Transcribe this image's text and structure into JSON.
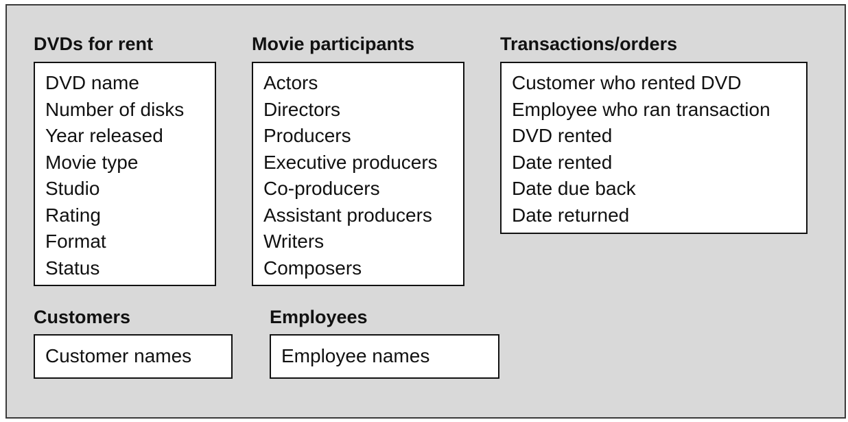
{
  "groups": {
    "dvds": {
      "title": "DVDs for rent",
      "items": [
        "DVD name",
        "Number of disks",
        "Year released",
        "Movie type",
        "Studio",
        "Rating",
        "Format",
        "Status"
      ]
    },
    "movie_participants": {
      "title": "Movie participants",
      "items": [
        "Actors",
        "Directors",
        "Producers",
        "Executive producers",
        "Co-producers",
        "Assistant producers",
        "Writers",
        "Composers"
      ]
    },
    "transactions": {
      "title": "Transactions/orders",
      "items": [
        "Customer who rented DVD",
        "Employee who ran transaction",
        "DVD rented",
        "Date rented",
        "Date due back",
        "Date returned"
      ]
    },
    "customers": {
      "title": "Customers",
      "items": [
        "Customer names"
      ]
    },
    "employees": {
      "title": "Employees",
      "items": [
        "Employee names"
      ]
    }
  },
  "colors": {
    "background": "#d9d9d9",
    "box": "#ffffff",
    "border": "#111111"
  }
}
